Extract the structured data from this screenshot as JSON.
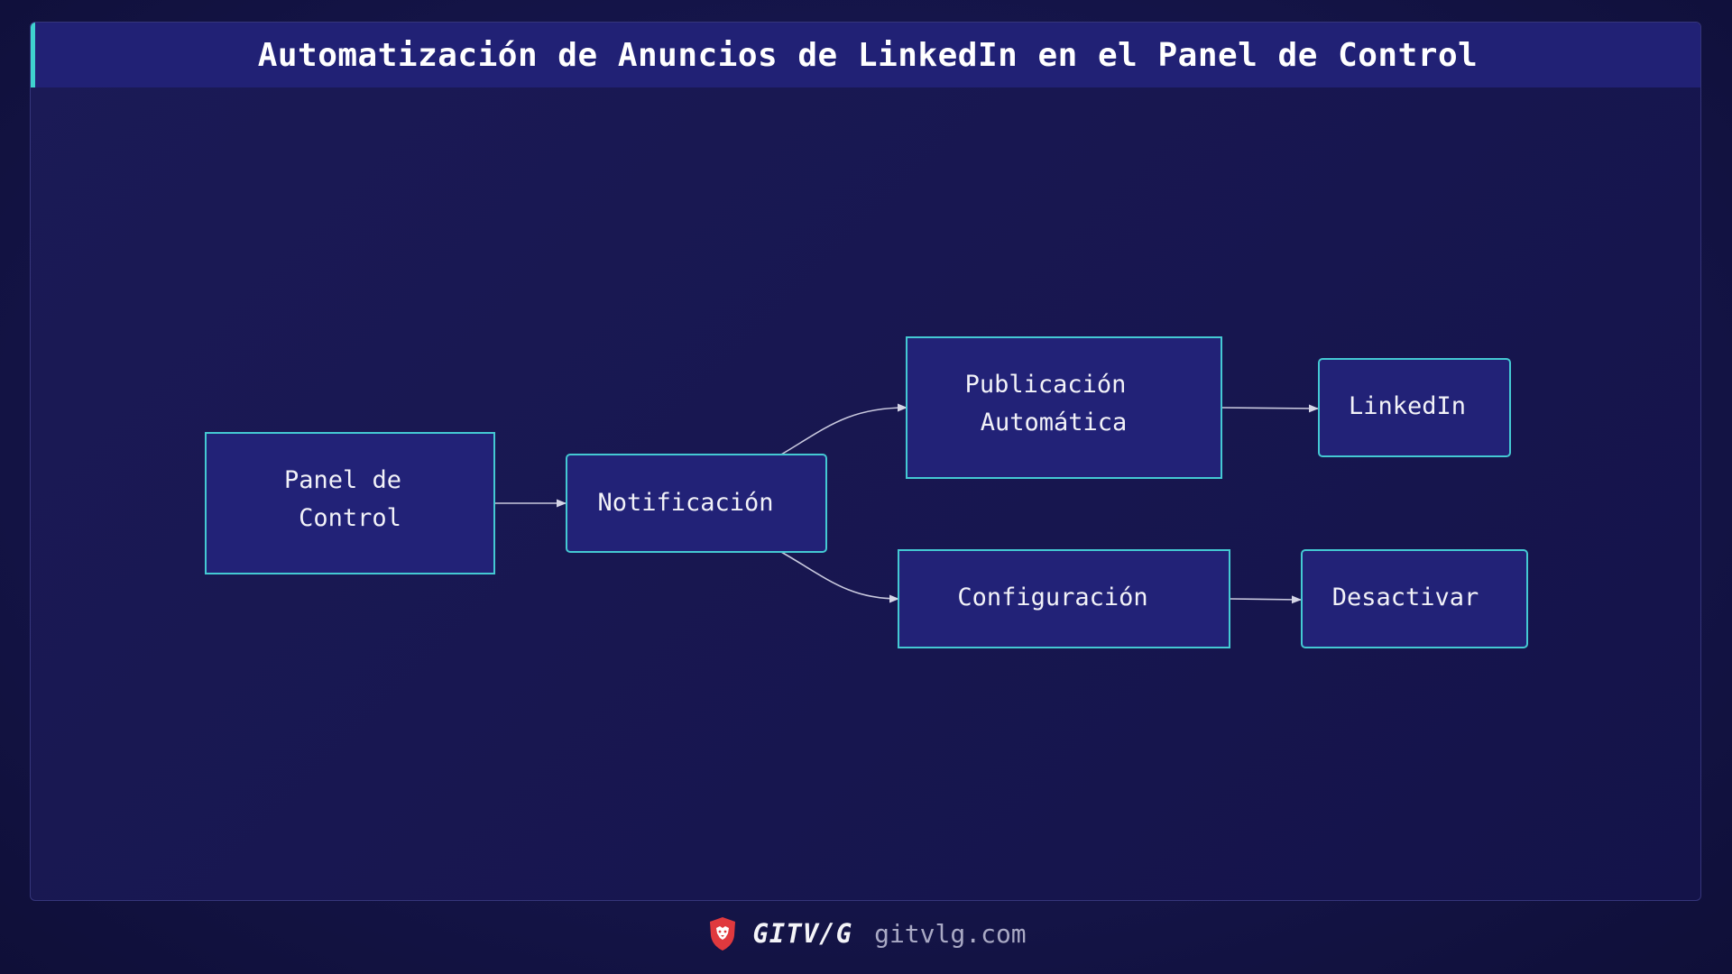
{
  "title": "Automatización de Anuncios de LinkedIn en el Panel de Control",
  "nodes": {
    "panel": {
      "lines": [
        "Panel de",
        "Control"
      ]
    },
    "notificacion": {
      "lines": [
        "Notificación"
      ]
    },
    "publicacion": {
      "lines": [
        "Publicación",
        "Automática"
      ]
    },
    "linkedin": {
      "lines": [
        "LinkedIn"
      ]
    },
    "configuracion": {
      "lines": [
        "Configuración"
      ]
    },
    "desactivar": {
      "lines": [
        "Desactivar"
      ]
    }
  },
  "edges": [
    {
      "from": "panel",
      "to": "notificacion"
    },
    {
      "from": "notificacion",
      "to": "publicacion"
    },
    {
      "from": "notificacion",
      "to": "configuracion"
    },
    {
      "from": "publicacion",
      "to": "linkedin"
    },
    {
      "from": "configuracion",
      "to": "desactivar"
    }
  ],
  "colors": {
    "node_fill": "#222277",
    "node_border": "#44c9d3",
    "accent": "#3fd2cf",
    "brand_red": "#e0393e"
  },
  "footer": {
    "brand_icon": "lion-shield-icon",
    "brand_name": "GITV/G",
    "url": "gitvlg.com"
  }
}
